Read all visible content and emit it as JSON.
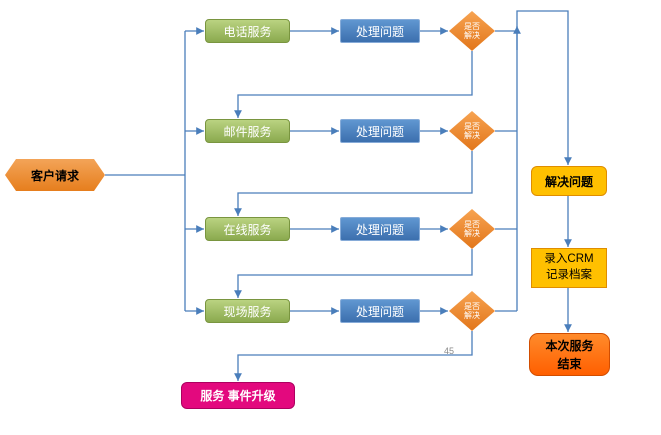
{
  "diagram": {
    "start": "客户请求",
    "rows": [
      {
        "service": "电话服务",
        "process": "处理问题",
        "decision": {
          "line1": "是否",
          "line2": "解决"
        }
      },
      {
        "service": "邮件服务",
        "process": "处理问题",
        "decision": {
          "line1": "是否",
          "line2": "解决"
        }
      },
      {
        "service": "在线服务",
        "process": "处理问题",
        "decision": {
          "line1": "是否",
          "line2": "解决"
        }
      },
      {
        "service": "现场服务",
        "process": "处理问题",
        "decision": {
          "line1": "是否",
          "line2": "解决"
        }
      }
    ],
    "resolve": "解决问题",
    "crm": {
      "line1": "录入CRM",
      "line2": "记录档案"
    },
    "end": {
      "line1": "本次服务",
      "line2": "结束"
    },
    "escalation": "服务 事件升级",
    "stray_text": "45",
    "colors": {
      "connector": "#4A7EBB",
      "service_fill": "#9BBB59",
      "process_fill": "#4F81BD",
      "decision_fill": "#F0861E",
      "start_fill": "#ED8C28",
      "resolve_fill": "#FFC000",
      "crm_fill": "#FFC000",
      "end_fill": "#FF6600",
      "escalation_fill": "#E3097E"
    }
  }
}
